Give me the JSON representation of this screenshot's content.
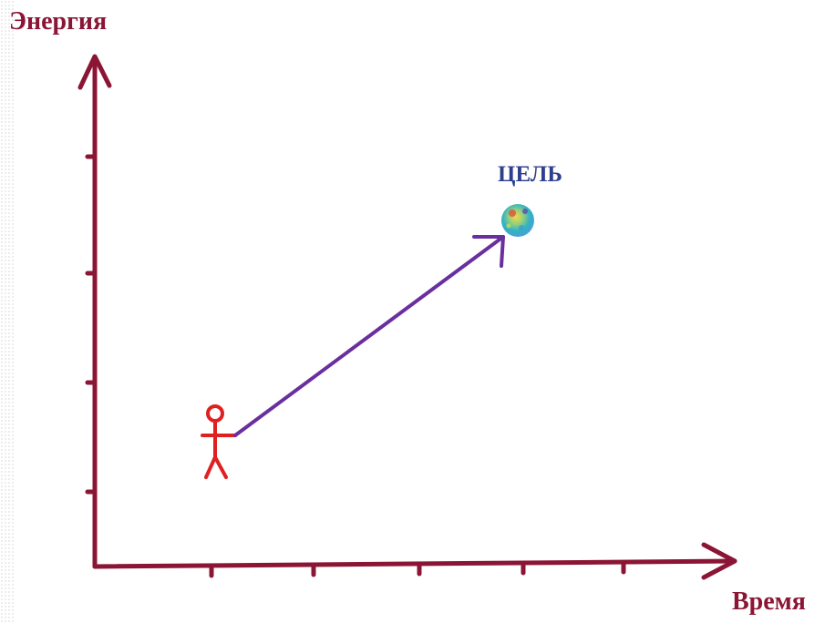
{
  "diagram": {
    "y_axis_label": "Энергия",
    "x_axis_label": "Время",
    "goal_label": "ЦЕЛЬ",
    "y_tick_count": 4,
    "x_tick_count": 5
  },
  "colors": {
    "axes": "#8b1535",
    "person": "#e02020",
    "path_arrow": "#6a2f9e",
    "goal_label": "#2e3f8f"
  },
  "icons": {
    "person": "stick-figure-icon",
    "goal": "goal-ball-icon"
  }
}
